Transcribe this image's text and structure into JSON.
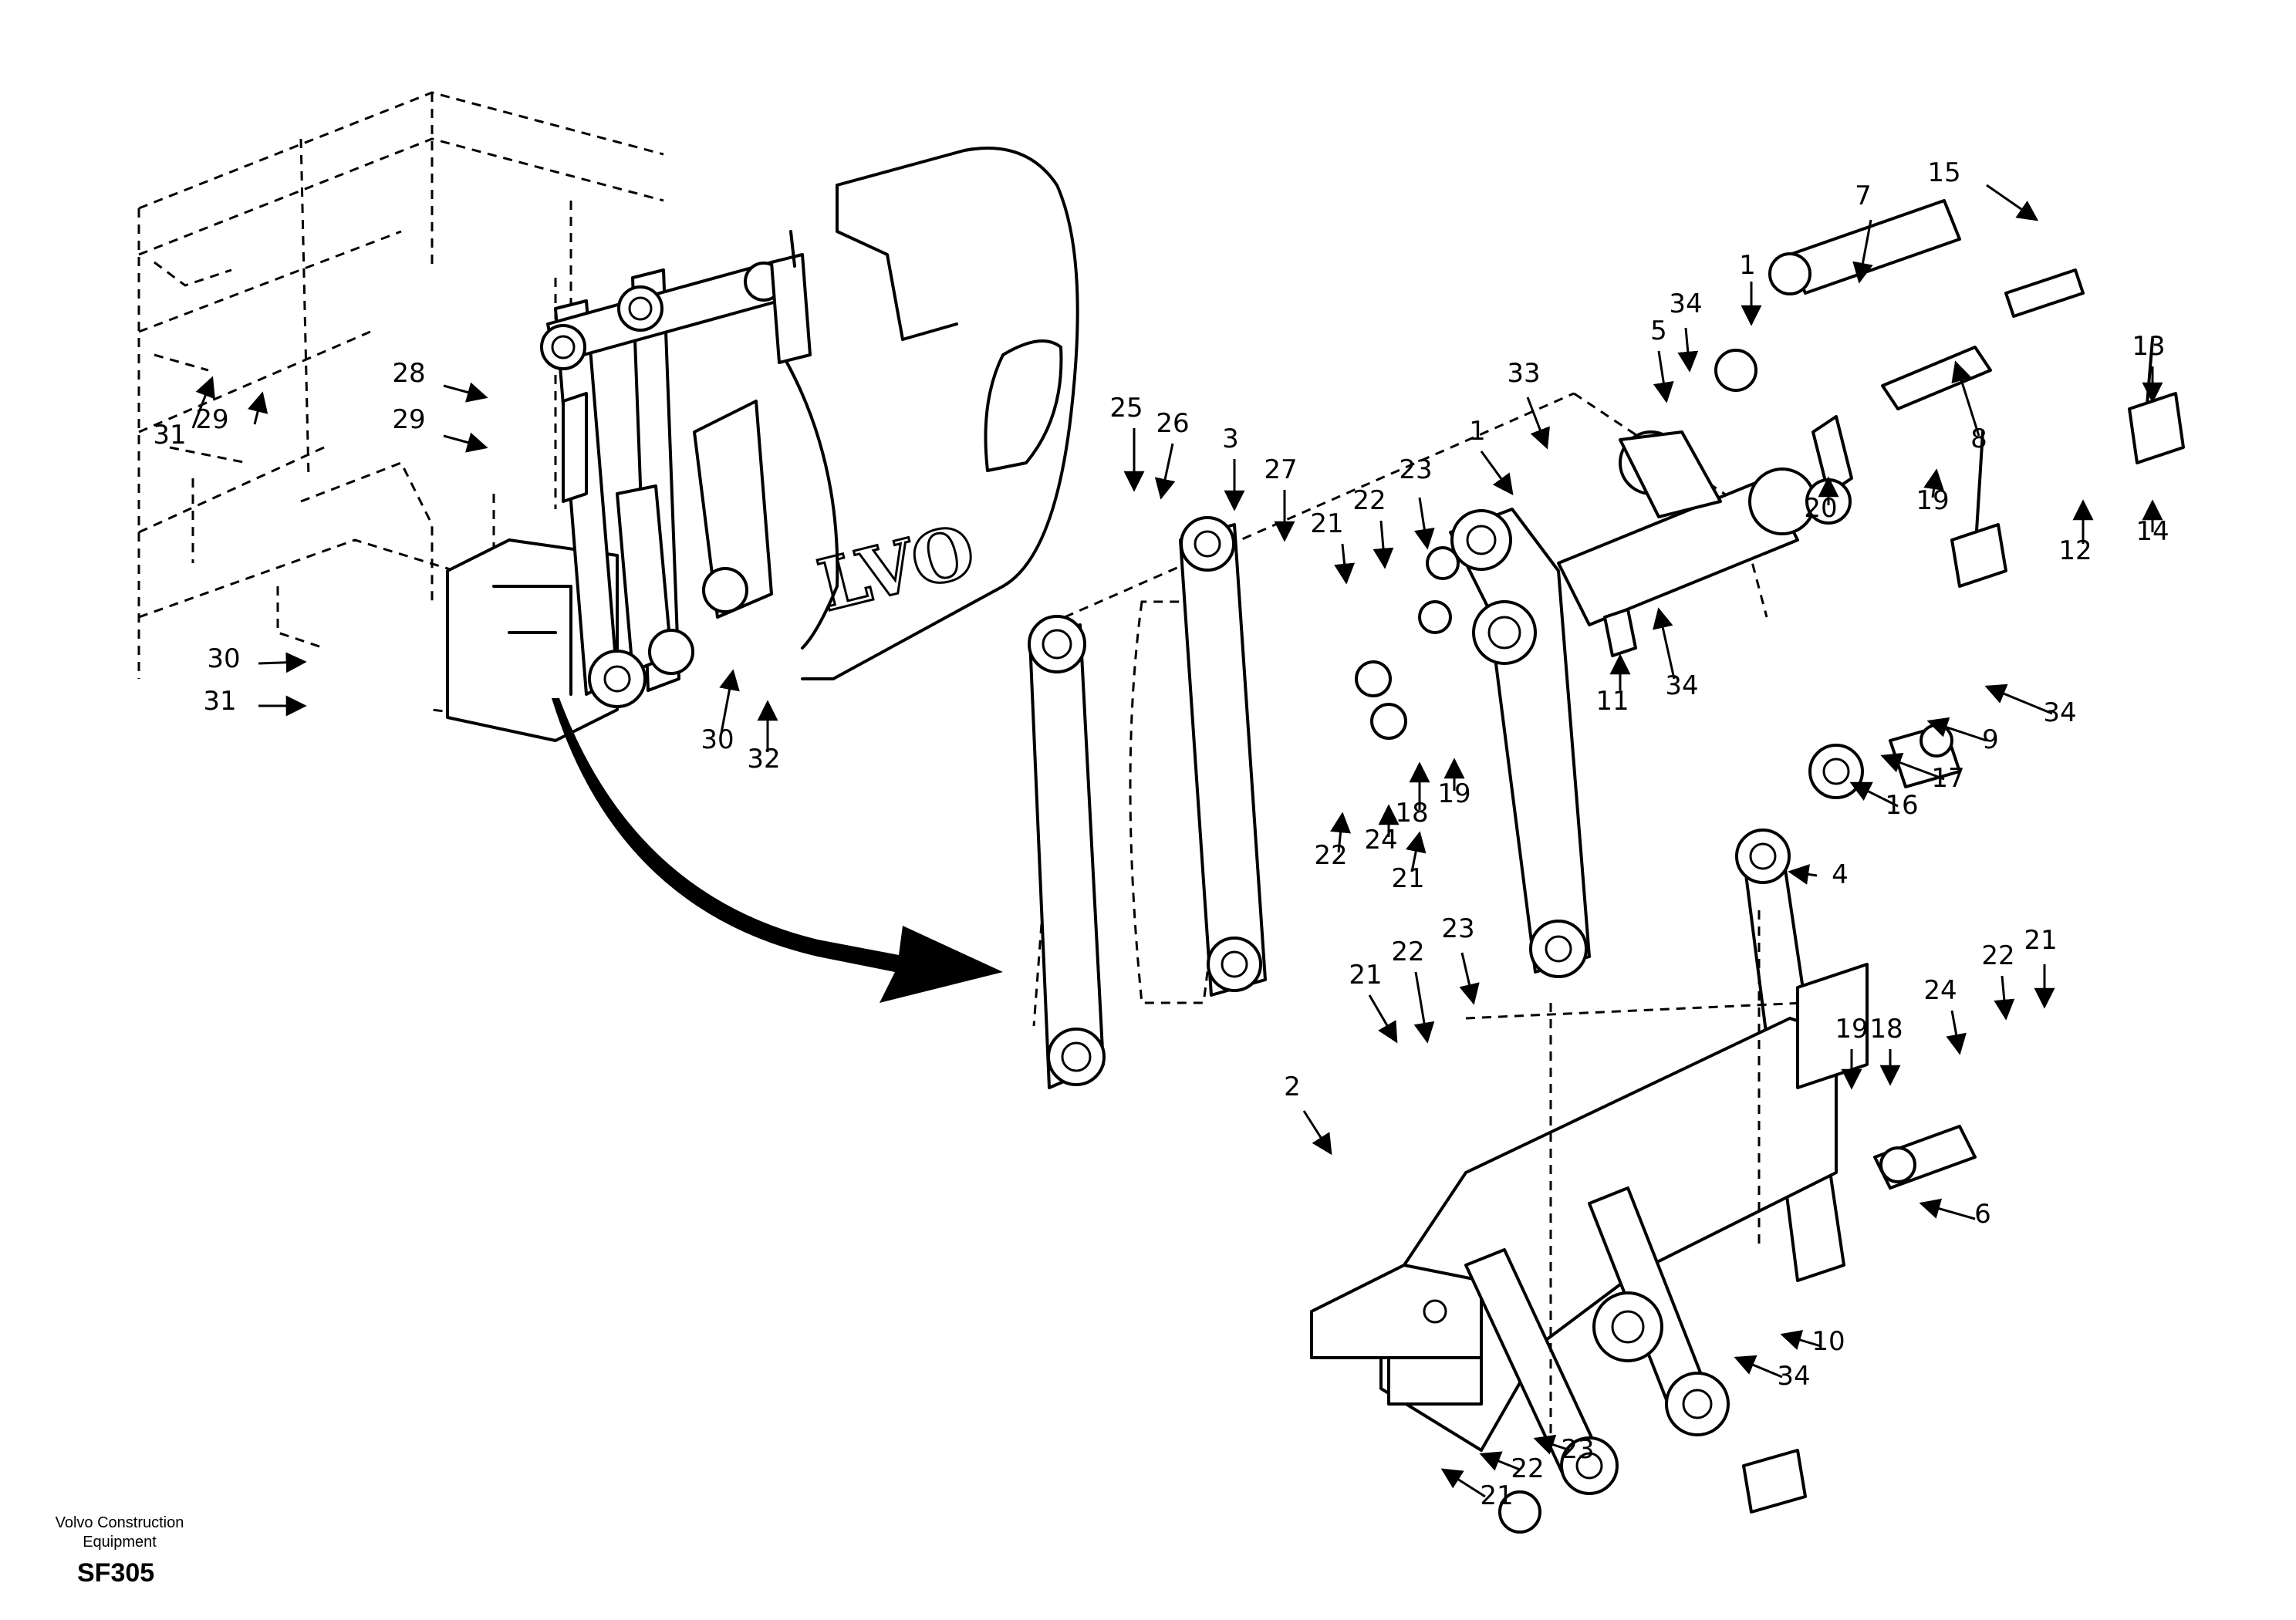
{
  "footer": {
    "brand": "Volvo Construction\nEquipment",
    "drawing_code": "SF305"
  },
  "logo_text": "LVO",
  "icons": {
    "arrowhead": "arrowhead-icon",
    "transfer_arrow": "curved-arrow-icon"
  },
  "callouts": [
    {
      "label": "1"
    },
    {
      "label": "1"
    },
    {
      "label": "2"
    },
    {
      "label": "3"
    },
    {
      "label": "4"
    },
    {
      "label": "5"
    },
    {
      "label": "6"
    },
    {
      "label": "7"
    },
    {
      "label": "8"
    },
    {
      "label": "9"
    },
    {
      "label": "10"
    },
    {
      "label": "11"
    },
    {
      "label": "12"
    },
    {
      "label": "13"
    },
    {
      "label": "14"
    },
    {
      "label": "15"
    },
    {
      "label": "16"
    },
    {
      "label": "17"
    },
    {
      "label": "18"
    },
    {
      "label": "18"
    },
    {
      "label": "19"
    },
    {
      "label": "19"
    },
    {
      "label": "19"
    },
    {
      "label": "20"
    },
    {
      "label": "21"
    },
    {
      "label": "21"
    },
    {
      "label": "21"
    },
    {
      "label": "21"
    },
    {
      "label": "21"
    },
    {
      "label": "22"
    },
    {
      "label": "22"
    },
    {
      "label": "22"
    },
    {
      "label": "22"
    },
    {
      "label": "22"
    },
    {
      "label": "23"
    },
    {
      "label": "23"
    },
    {
      "label": "23"
    },
    {
      "label": "24"
    },
    {
      "label": "24"
    },
    {
      "label": "25"
    },
    {
      "label": "26"
    },
    {
      "label": "27"
    },
    {
      "label": "28"
    },
    {
      "label": "29"
    },
    {
      "label": "29"
    },
    {
      "label": "30"
    },
    {
      "label": "30"
    },
    {
      "label": "31"
    },
    {
      "label": "31"
    },
    {
      "label": "32"
    },
    {
      "label": "33"
    },
    {
      "label": "34"
    },
    {
      "label": "34"
    },
    {
      "label": "34"
    },
    {
      "label": "34"
    }
  ]
}
